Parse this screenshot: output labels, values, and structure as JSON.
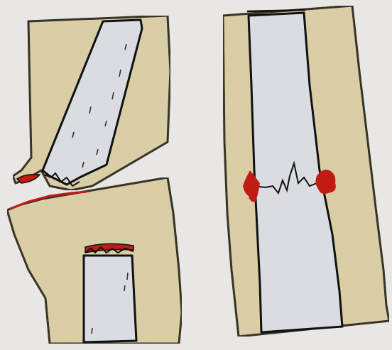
{
  "colors": {
    "paper": "#e9e7e5",
    "bone": "#ddd1a9",
    "marrow": "#d9dde1",
    "ink": "#111111",
    "blood": "#c21a14"
  },
  "left_drawing": {
    "name": "left-bone-sketch",
    "parts": [
      "upper-fragment",
      "lower-fragment",
      "fracture-gap",
      "bleeding-mark-upper",
      "bleeding-mark-lower"
    ]
  },
  "right_drawing": {
    "name": "right-bone-sketch",
    "parts": [
      "cortex",
      "marrow-canal",
      "fracture-line",
      "bleeding-mark-left",
      "bleeding-mark-right"
    ]
  }
}
